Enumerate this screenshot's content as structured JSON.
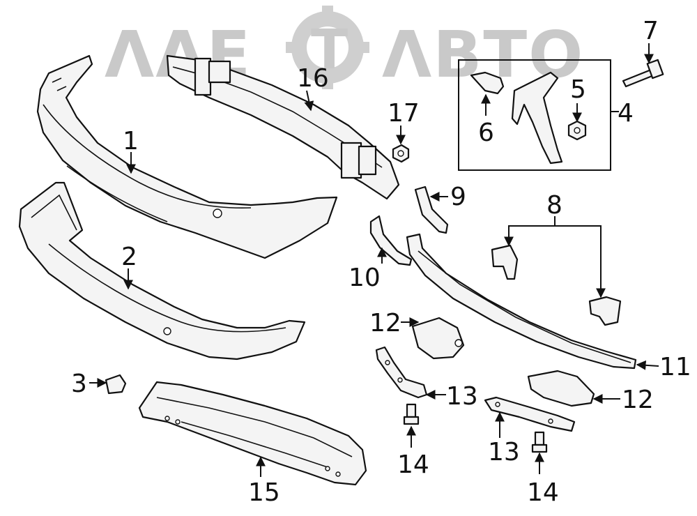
{
  "watermark": {
    "left_text": "ΛΛΕ",
    "right_text": "ΛΒΤΟ",
    "gear_letter": "T",
    "color": "#c9c9c9"
  },
  "callouts": {
    "c1": "1",
    "c2": "2",
    "c3": "3",
    "c4": "4",
    "c5": "5",
    "c6": "6",
    "c7": "7",
    "c8": "8",
    "c9": "9",
    "c10": "10",
    "c11": "11",
    "c12a": "12",
    "c12b": "12",
    "c13a": "13",
    "c13b": "13",
    "c14a": "14",
    "c14b": "14",
    "c15": "15",
    "c16": "16",
    "c17": "17"
  },
  "colors": {
    "line": "#111111",
    "part_fill": "#f4f4f4",
    "background": "#ffffff"
  }
}
